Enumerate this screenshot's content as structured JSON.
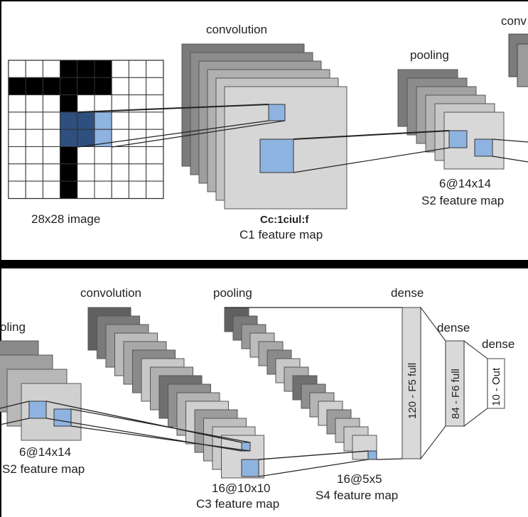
{
  "top_panel": {
    "input_label": "28x28 image",
    "conv_label": "convolution",
    "pool_label": "pooling",
    "conv_cut_label": "conv",
    "c1_garbled": "Cc:1ciul:f",
    "c1_label": "C1 feature map",
    "s2_size": "6@14x14",
    "s2_label": "S2 feature map",
    "input_pixels": [
      [
        0,
        0,
        0,
        1,
        1,
        1,
        0,
        0,
        0
      ],
      [
        1,
        1,
        1,
        1,
        1,
        1,
        0,
        0,
        0
      ],
      [
        0,
        0,
        0,
        1,
        0,
        0,
        0,
        0,
        0
      ],
      [
        0,
        0,
        0,
        1,
        0,
        0,
        0,
        0,
        0
      ],
      [
        0,
        0,
        0,
        1,
        0,
        0,
        0,
        0,
        0
      ],
      [
        0,
        0,
        0,
        1,
        0,
        0,
        0,
        0,
        0
      ],
      [
        0,
        0,
        0,
        1,
        0,
        0,
        0,
        0,
        0
      ],
      [
        0,
        0,
        0,
        1,
        0,
        0,
        0,
        0,
        0
      ]
    ]
  },
  "bottom_panel": {
    "pool_cut_label": "oling",
    "s2_size": "6@14x14",
    "s2_label": "S2 feature map",
    "conv_label": "convolution",
    "pool_label": "pooling",
    "dense1_label": "dense",
    "dense2_label": "dense",
    "dense3_label": "dense",
    "c3_size": "16@10x10",
    "c3_label": "C3 feature map",
    "s4_size": "16@5x5",
    "s4_label": "S4 feature map",
    "f5_label": "120 - F5 full",
    "f6_label": "84 - F6 full",
    "out_label": "10 - Out"
  },
  "colors": {
    "highlight": "#8fb3e0",
    "highlight_dark": "#2f4f7f",
    "divider": "#000000"
  }
}
